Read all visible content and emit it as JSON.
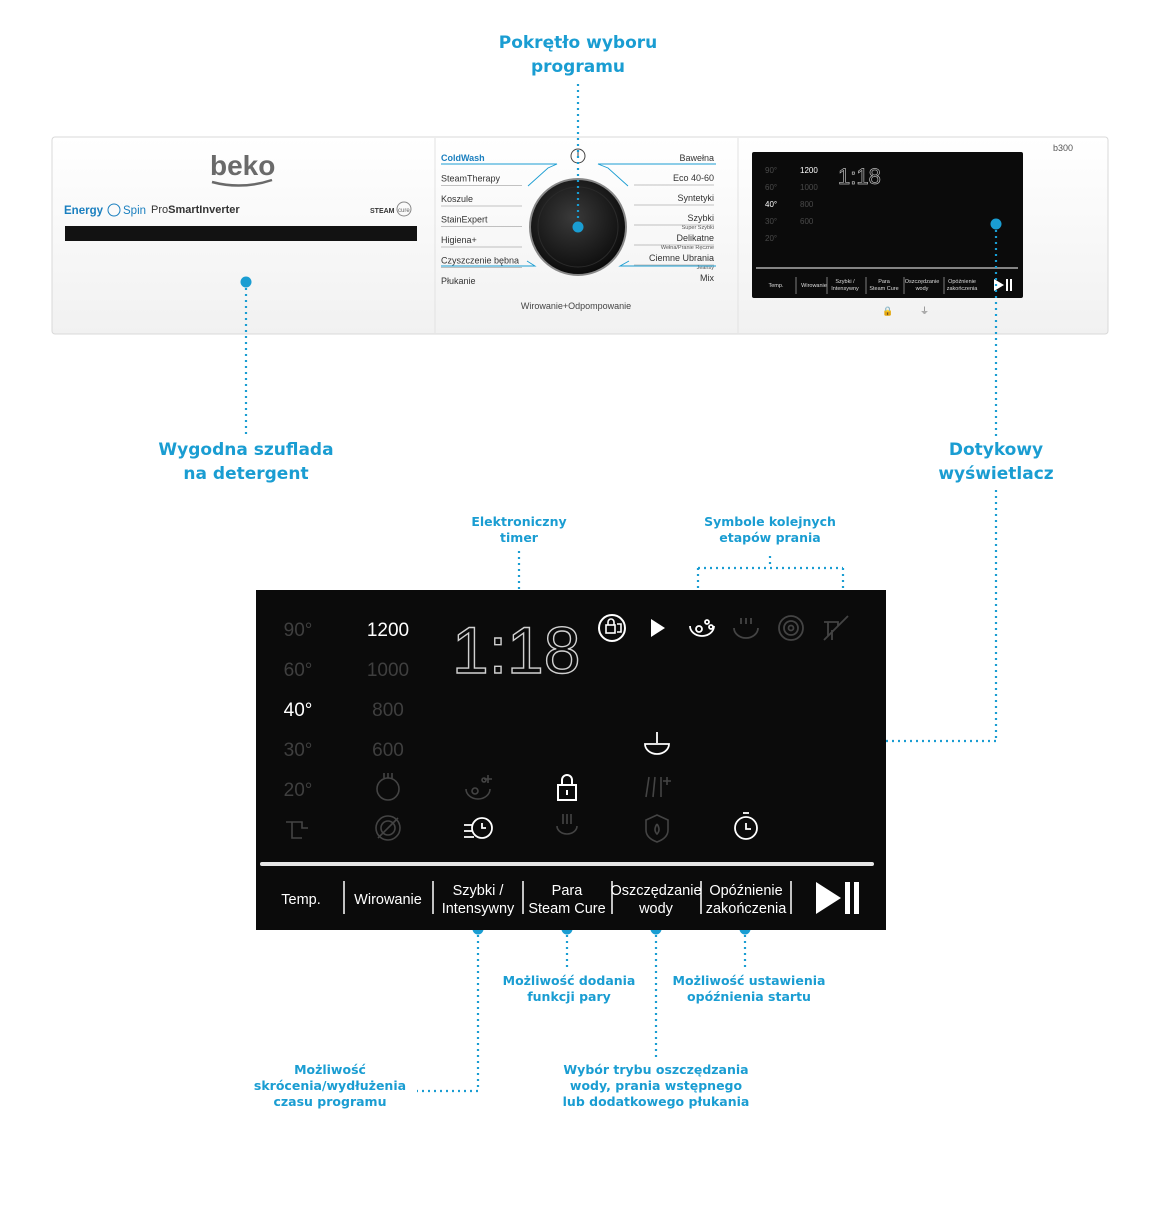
{
  "colors": {
    "accent": "#1a9dd2",
    "panel": "#ffffff",
    "display": "#0b0b0b",
    "dim": "#5a5a5a",
    "lit": "#ffffff"
  },
  "callouts": {
    "program_knob": "Pokrętło wyboru\nprogramu",
    "drawer": "Wygodna szuflada\nna detergent",
    "touch_display": "Dotykowy\nwyświetlacz",
    "timer": "Elektroniczny\ntimer",
    "symbols": "Symbole kolejnych\netapów prania",
    "steam": "Możliwość dodania\nfunkcji pary",
    "delay": "Możliwość ustawienia\nopóźnienia startu",
    "water": "Wybór trybu oszczędzania\nwody, prania wstępnego\nlub dodatkowego płukania",
    "time": "Możliwość\nskrócenia/wydłużenia\nczasu programu"
  },
  "panel": {
    "brand": "beko",
    "energy_a": "Energy",
    "energy_b": "Spin",
    "prosmart_a": "Pro",
    "prosmart_b": "SmartInverter",
    "steam_badge": "STEAM",
    "steam_badge_b": "cure",
    "model": "b300",
    "programs_left": [
      "ColdWash",
      "SteamTherapy",
      "Koszule",
      "StainExpert",
      "Higiena+",
      "Czyszczenie bębna",
      "Płukanie"
    ],
    "programs_right": [
      "Bawełna",
      "Eco 40-60",
      "Syntetyki",
      "Szybki",
      "Delikatne",
      "Ciemne Ubrania",
      "Mix"
    ],
    "programs_right_sub": [
      "",
      "",
      "",
      "Super Szybki",
      "Wełna/Pranie Ręczne",
      "Jeansy",
      ""
    ],
    "program_bottom": "Wirowanie+Odpompowanie"
  },
  "display": {
    "temps": [
      "90°",
      "60°",
      "40°",
      "30°",
      "20°"
    ],
    "selected_temp": "40°",
    "spins": [
      "1200",
      "1000",
      "800",
      "600"
    ],
    "selected_spin": "1200",
    "timer": "1:18",
    "buttons": [
      {
        "l1": "Temp.",
        "l2": ""
      },
      {
        "l1": "Wirowanie",
        "l2": ""
      },
      {
        "l1": "Szybki /",
        "l2": "Intensywny"
      },
      {
        "l1": "Para",
        "l2": "Steam Cure"
      },
      {
        "l1": "Oszczędzanie",
        "l2": "wody"
      },
      {
        "l1": "Opóźnienie",
        "l2": "zakończenia"
      }
    ]
  }
}
